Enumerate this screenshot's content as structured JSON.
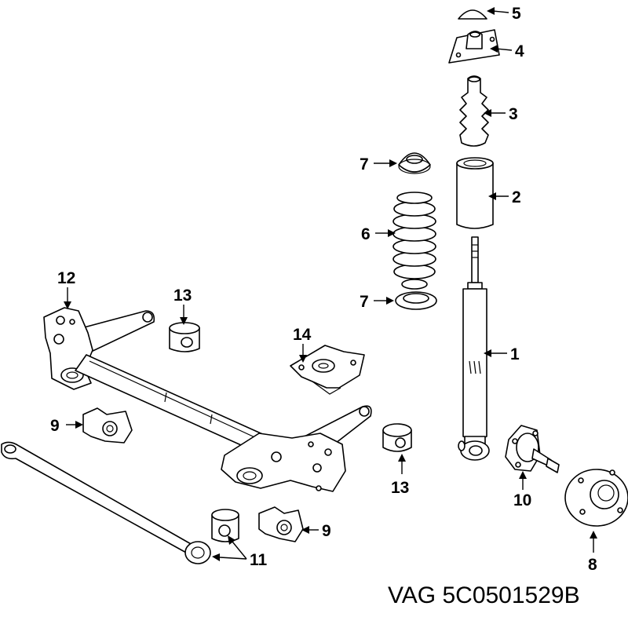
{
  "callouts": {
    "c1": "1",
    "c2": "2",
    "c3": "3",
    "c4": "4",
    "c5": "5",
    "c6": "6",
    "c7a": "7",
    "c7b": "7",
    "c8": "8",
    "c9a": "9",
    "c9b": "9",
    "c10": "10",
    "c11": "11",
    "c12": "12",
    "c13a": "13",
    "c13b": "13",
    "c14": "14"
  },
  "part_number": "VAG 5C0501529B",
  "colors": {
    "line": "#000000",
    "background": "#ffffff"
  }
}
